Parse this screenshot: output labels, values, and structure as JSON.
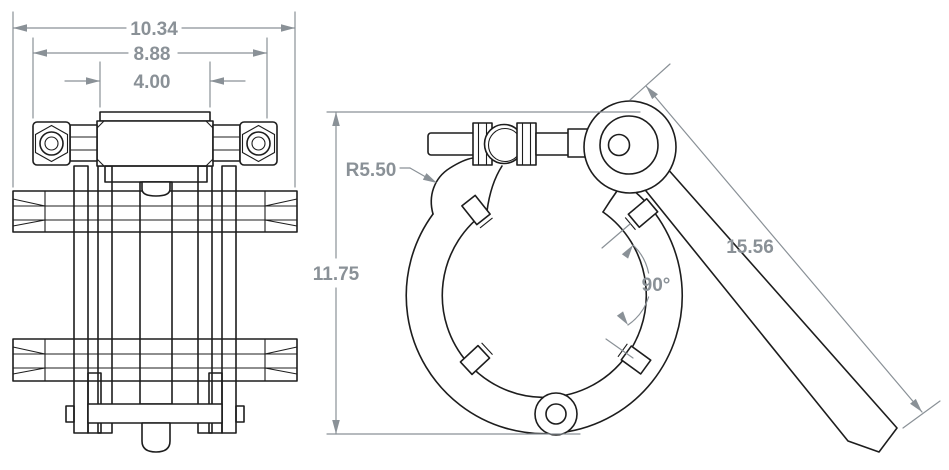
{
  "drawing": {
    "kind": "cad-2-view-engineering-drawing",
    "part": "pipe-clamp-assembly",
    "dims": {
      "front_overall_width": "10.34",
      "front_mount_width": "8.88",
      "front_body_width": "4.00",
      "side_overall_height": "11.75",
      "ring_radius": "R5.50",
      "lug_angle": "90°",
      "handle_length": "15.56"
    },
    "colors": {
      "geometry_line": "#1d1d1d",
      "dimension_line": "#8a9197",
      "background": "#ffffff"
    }
  }
}
